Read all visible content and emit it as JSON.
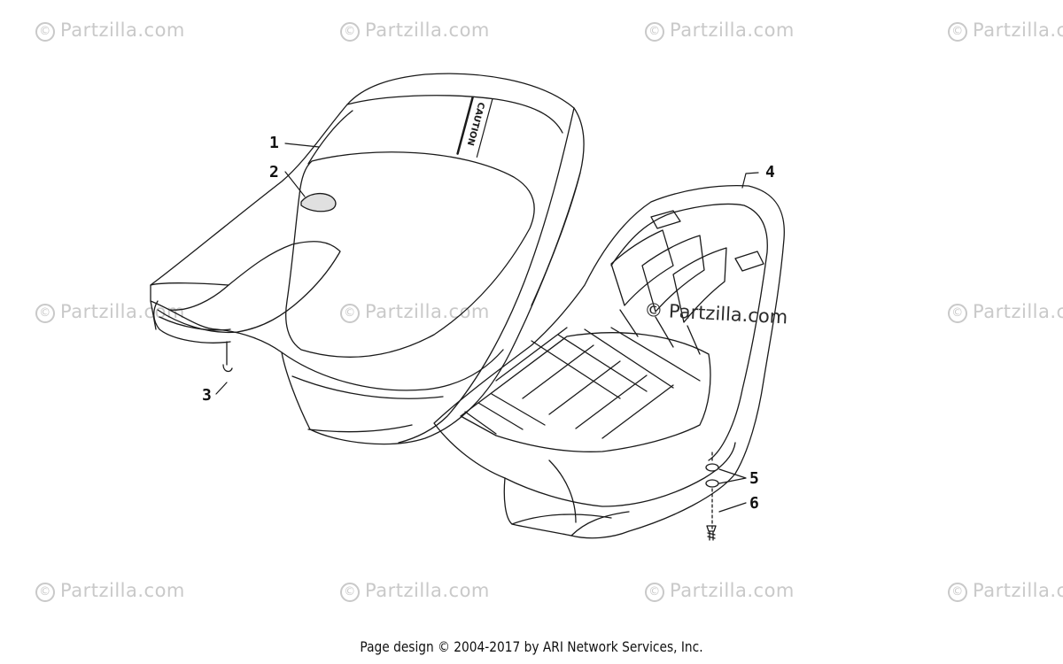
{
  "watermark_text": "Partzilla.com",
  "watermark_symbol": "©",
  "callouts": [
    "1",
    "2",
    "3",
    "4",
    "5",
    "6"
  ],
  "seat_label": "CAUTION",
  "footer": "Page design © 2004-2017 by ARI Network Services, Inc."
}
